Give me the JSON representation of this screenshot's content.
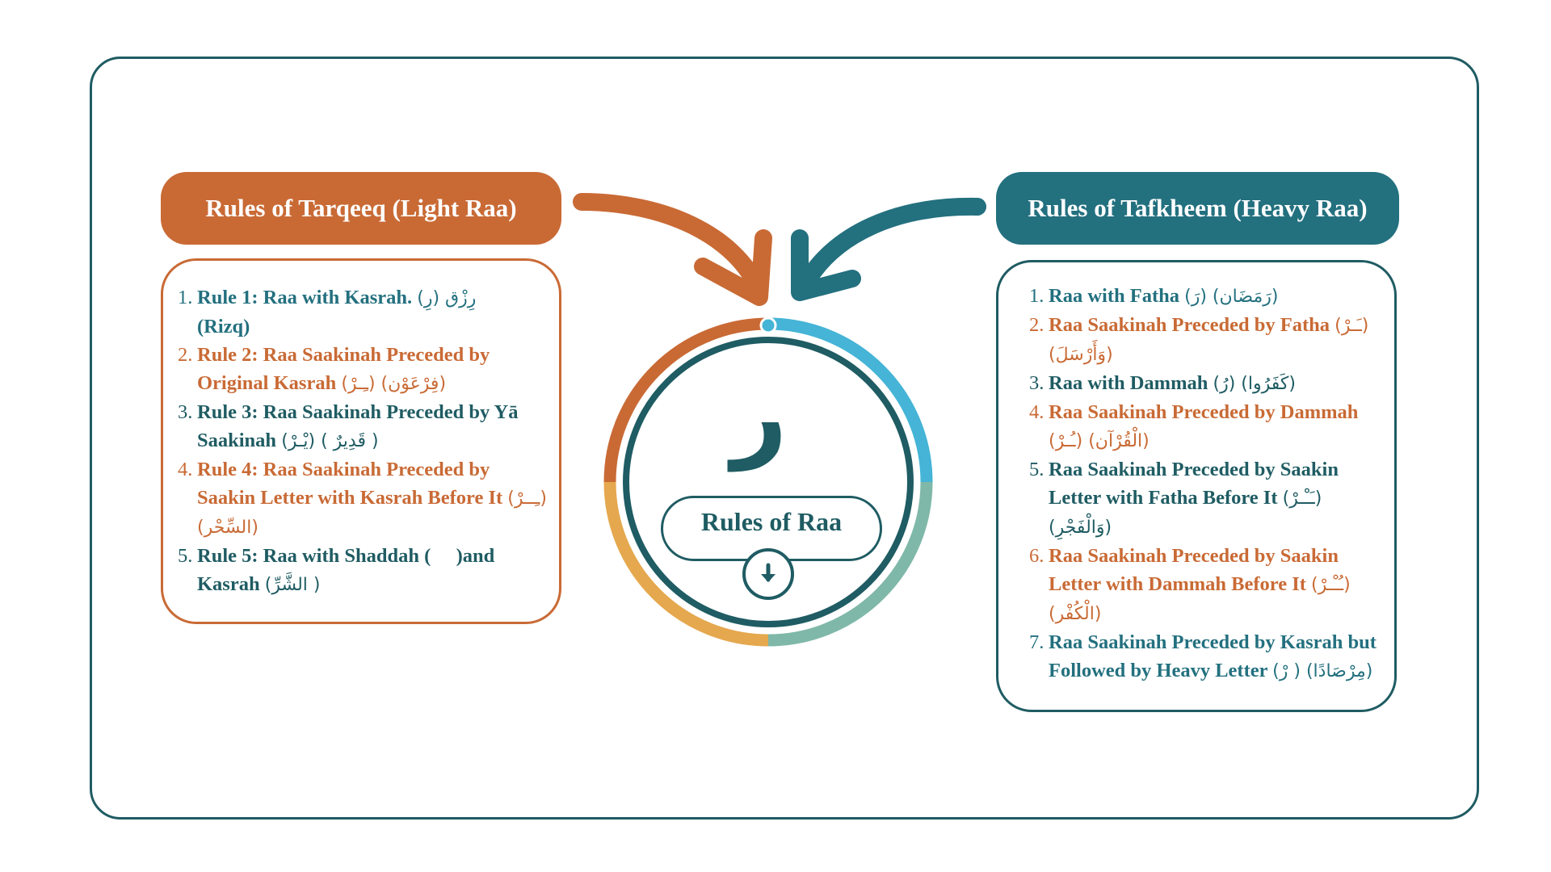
{
  "tarqeeq": {
    "title": "Rules of  Tarqeeq  (Light Raa)",
    "items": [
      {
        "num": "1.",
        "text": "Rule 1: Raa with Kasrah. ",
        "arabic": "(رِ) رِزْق",
        "extra": "(Rizq)"
      },
      {
        "num": "2.",
        "text": "Rule 2: Raa Saakinah Preceded by Original Kasrah ",
        "arabic": "(ـِـرْ) (فِرْعَوْن)"
      },
      {
        "num": "3.",
        "text": "Rule 3: Raa Saakinah Preceded by Yā Saakinah ",
        "arabic": "(يْـرْ) ( قَدِيرٌ )"
      },
      {
        "num": "4.",
        "text": "Rule 4: Raa Saakinah Preceded by Saakin Letter with Kasrah Before It ",
        "arabic": "(ـِــرْ) (السِّحْر)"
      },
      {
        "num": "5.",
        "text": "Rule 5: Raa with Shaddah ( ّ )and Kasrah ",
        "arabic": "(الشَّرِّ )"
      }
    ]
  },
  "tafkheem": {
    "title": "Rules of  Tafkheem (Heavy Raa)",
    "items": [
      {
        "num": "1.",
        "text": "Raa with Fatha ",
        "arabic": "(رَ) (رَمَضَان)"
      },
      {
        "num": "2.",
        "text": "Raa Saakinah Preceded by Fatha ",
        "arabic": "(ـَـرْ) (وَأَرْسَلَ)"
      },
      {
        "num": "3.",
        "text": "Raa with Dammah ",
        "arabic": "(رُ) (كَفَرُوا)"
      },
      {
        "num": "4.",
        "text": "Raa Saakinah Preceded by Dammah ",
        "arabic": "(ـُـرْ) (الْقُرْآن)"
      },
      {
        "num": "5.",
        "text": "Raa Saakinah Preceded by Saakin Letter with Fatha Before It ",
        "arabic": "(ـَـْـرْ) (وَالْفَجْرِ)"
      },
      {
        "num": "6.",
        "text": " Raa Saakinah Preceded by Saakin Letter with Dammah Before It ",
        "arabic": "(ـُـْـرْ) (الْكُفْر)"
      },
      {
        "num": "7.",
        "text": "Raa Saakinah Preceded by Kasrah but Followed by Heavy Letter ",
        "arabic": "(رْ ) (مِرْصَادًا)"
      }
    ]
  },
  "center": {
    "letter": "ر",
    "button_label": "Rules of Raa",
    "button_icon": "arrow-down-icon"
  },
  "colors": {
    "orange": "#c96a35",
    "teal": "#23707f",
    "dark_teal": "#1f5c63",
    "light_blue": "#45b4d6",
    "sage": "#7fb8a8",
    "yellow": "#e5a84e"
  }
}
